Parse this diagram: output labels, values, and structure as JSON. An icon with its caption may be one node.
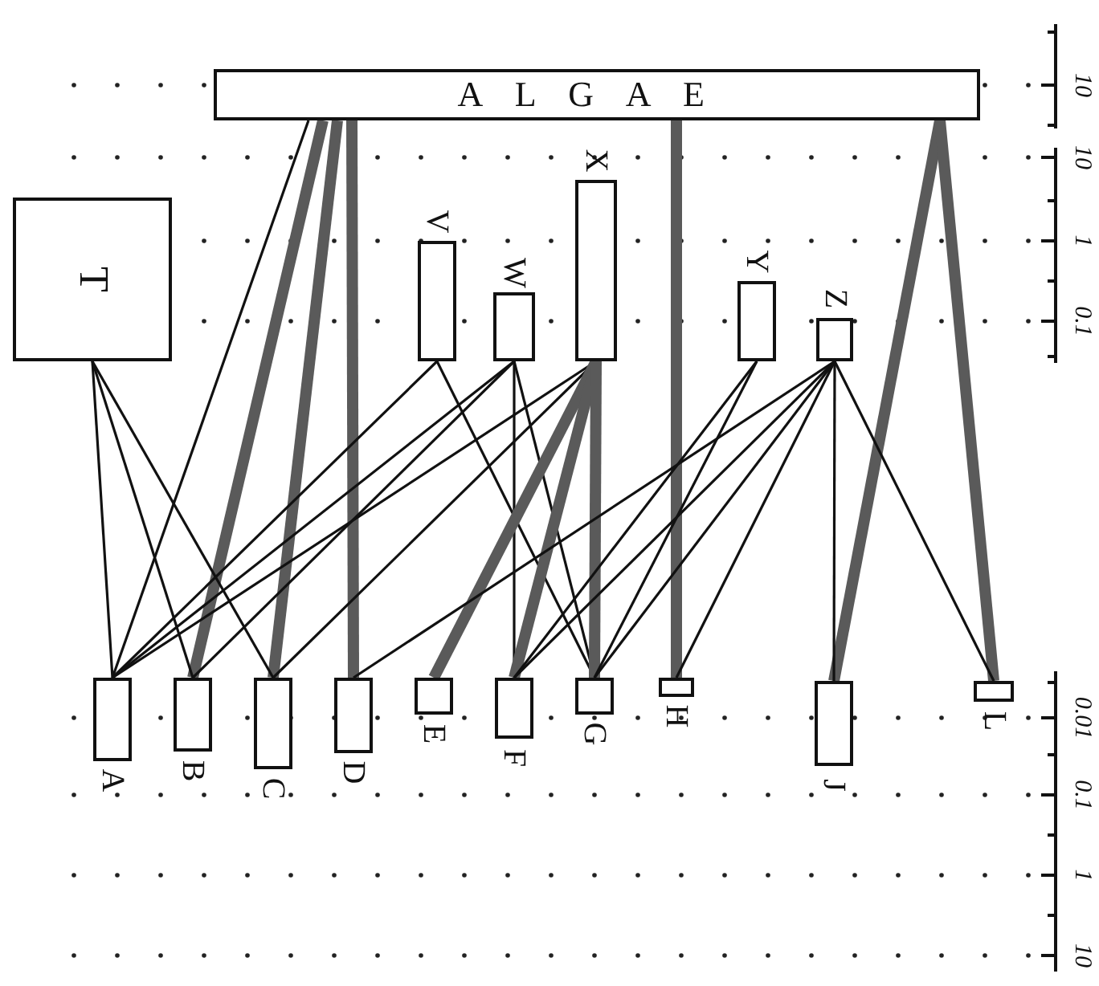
{
  "diagram": {
    "nodes": [
      {
        "text": [
          "ALGAE"
        ]
      },
      {
        "text": [
          "T"
        ]
      },
      {
        "text": [
          "V"
        ]
      },
      {
        "text": [
          "W"
        ]
      },
      {
        "text": [
          "X"
        ]
      },
      {
        "text": [
          "Y"
        ]
      },
      {
        "text": [
          "Z"
        ]
      },
      {
        "text": [
          "A"
        ]
      },
      {
        "text": [
          "B"
        ]
      },
      {
        "text": [
          "C"
        ]
      },
      {
        "text": [
          "D"
        ]
      },
      {
        "text": [
          "E"
        ]
      },
      {
        "text": [
          "F"
        ]
      },
      {
        "text": [
          "G"
        ]
      },
      {
        "text": [
          "H"
        ]
      },
      {
        "text": [
          "J"
        ]
      },
      {
        "text": [
          "L"
        ]
      }
    ],
    "edges": [
      {
        "from": 0,
        "to": 7,
        "arrow": "none"
      },
      {
        "from": 0,
        "to": 8,
        "arrow": "none",
        "style": "thick"
      },
      {
        "from": 0,
        "to": 9,
        "arrow": "none",
        "style": "thick"
      },
      {
        "from": 0,
        "to": 10,
        "arrow": "none",
        "style": "thick"
      },
      {
        "from": 0,
        "to": 14,
        "arrow": "none",
        "style": "thick"
      },
      {
        "from": 0,
        "to": 15,
        "arrow": "none",
        "style": "thick"
      },
      {
        "from": 0,
        "to": 16,
        "arrow": "none",
        "style": "thick"
      },
      {
        "from": 1,
        "to": 7,
        "arrow": "none"
      },
      {
        "from": 1,
        "to": 8,
        "arrow": "none"
      },
      {
        "from": 1,
        "to": 9,
        "arrow": "none"
      },
      {
        "from": 2,
        "to": 7,
        "arrow": "none"
      },
      {
        "from": 2,
        "to": 13,
        "arrow": "none"
      },
      {
        "from": 3,
        "to": 7,
        "arrow": "none"
      },
      {
        "from": 3,
        "to": 8,
        "arrow": "none"
      },
      {
        "from": 3,
        "to": 12,
        "arrow": "none"
      },
      {
        "from": 3,
        "to": 13,
        "arrow": "none"
      },
      {
        "from": 4,
        "to": 7,
        "arrow": "none"
      },
      {
        "from": 4,
        "to": 9,
        "arrow": "none"
      },
      {
        "from": 4,
        "to": 11,
        "arrow": "none",
        "style": "thick"
      },
      {
        "from": 4,
        "to": 12,
        "arrow": "none",
        "style": "thick"
      },
      {
        "from": 4,
        "to": 13,
        "arrow": "none",
        "style": "thick"
      },
      {
        "from": 5,
        "to": 12,
        "arrow": "none"
      },
      {
        "from": 5,
        "to": 13,
        "arrow": "none"
      },
      {
        "from": 6,
        "to": 10,
        "arrow": "none"
      },
      {
        "from": 6,
        "to": 12,
        "arrow": "none"
      },
      {
        "from": 6,
        "to": 13,
        "arrow": "none"
      },
      {
        "from": 6,
        "to": 14,
        "arrow": "none"
      },
      {
        "from": 6,
        "to": 15,
        "arrow": "none"
      },
      {
        "from": 6,
        "to": 16,
        "arrow": "none"
      }
    ],
    "labels": [
      "10",
      "10",
      "1",
      "0.1",
      "0.01",
      "0.1",
      "1",
      "10"
    ]
  }
}
